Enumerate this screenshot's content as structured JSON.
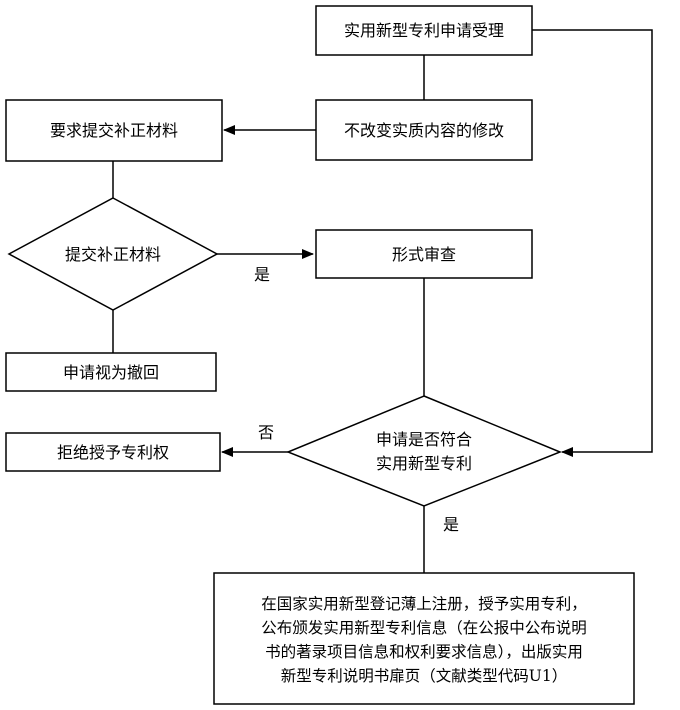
{
  "nodes": {
    "accept": "实用新型专利申请受理",
    "modify": "不改变实质内容的修改",
    "require": "要求提交补正材料",
    "submit": "提交补正材料",
    "formal": "形式审查",
    "withdrawn": "申请视为撤回",
    "conform_line1": "申请是否符合",
    "conform_line2": "实用新型专利",
    "reject": "拒绝授予专利权",
    "final_line1": "在国家实用新型登记薄上注册，授予实用专利，",
    "final_line2": "公布颁发实用新型专利信息（在公报中公布说明",
    "final_line3": "书的著录项目信息和权利要求信息），出版实用",
    "final_line4": "新型专利说明书扉页（文献类型代码U1）"
  },
  "labels": {
    "yes_submit": "是",
    "no_conform": "否",
    "yes_conform": "是"
  }
}
